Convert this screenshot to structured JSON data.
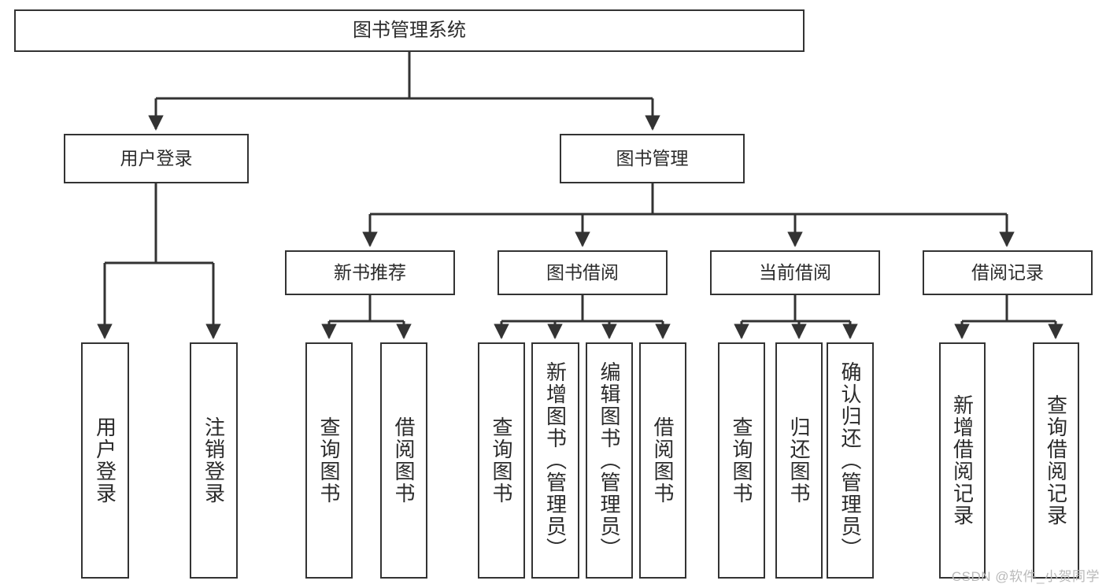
{
  "diagram": {
    "title": "图书管理系统",
    "watermark": "CSDN @软件_小贺同学",
    "colors": {
      "stroke": "#333333",
      "fill": "#ffffff",
      "text": "#2b2b2b",
      "watermark": "#b9b9b9"
    },
    "levels": {
      "root": {
        "label": "图书管理系统"
      },
      "level1": [
        {
          "label": "用户登录"
        },
        {
          "label": "图书管理"
        }
      ],
      "level2": [
        {
          "label": "新书推荐"
        },
        {
          "label": "图书借阅"
        },
        {
          "label": "当前借阅"
        },
        {
          "label": "借阅记录"
        }
      ],
      "leaves": [
        {
          "label": "用户登录",
          "parent": "用户登录"
        },
        {
          "label": "注销登录",
          "parent": "用户登录"
        },
        {
          "label": "查询图书",
          "parent": "新书推荐"
        },
        {
          "label": "借阅图书",
          "parent": "新书推荐"
        },
        {
          "label": "查询图书",
          "parent": "图书借阅"
        },
        {
          "label": "新增图书（管理员）",
          "parent": "图书借阅"
        },
        {
          "label": "编辑图书（管理员）",
          "parent": "图书借阅"
        },
        {
          "label": "借阅图书",
          "parent": "图书借阅"
        },
        {
          "label": "查询图书",
          "parent": "当前借阅"
        },
        {
          "label": "归还图书",
          "parent": "当前借阅"
        },
        {
          "label": "确认归还（管理员）",
          "parent": "当前借阅"
        },
        {
          "label": "新增借阅记录",
          "parent": "借阅记录"
        },
        {
          "label": "查询借阅记录",
          "parent": "借阅记录"
        }
      ]
    }
  }
}
